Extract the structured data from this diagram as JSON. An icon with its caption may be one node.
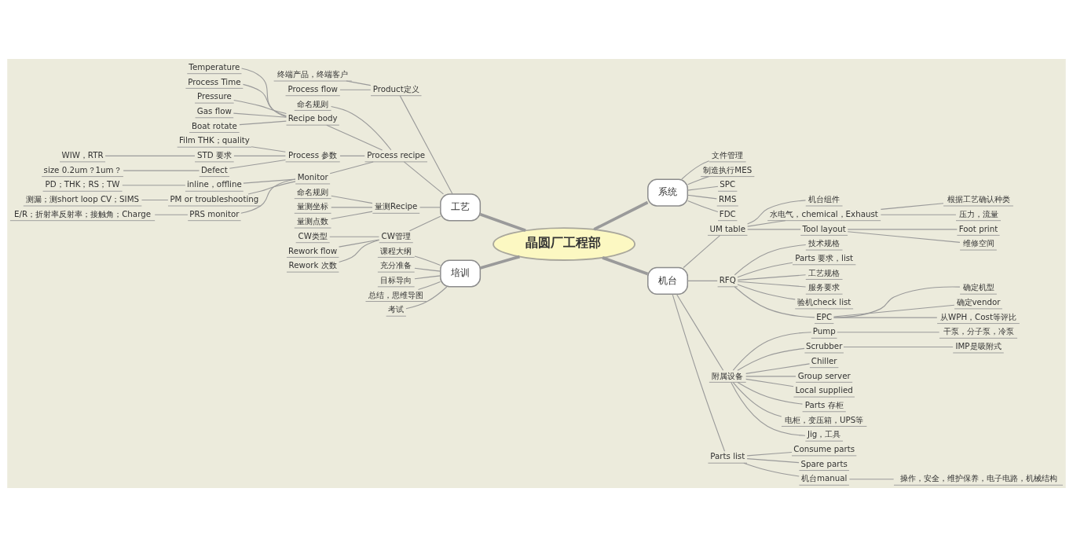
{
  "diagram": {
    "nodes": [
      {
        "text": [
          "晶圆厂工程部"
        ]
      },
      {
        "text": [
          "工艺"
        ]
      },
      {
        "text": [
          "Product定义"
        ]
      },
      {
        "text": [
          "终端产品，终端客户"
        ]
      },
      {
        "text": [
          "Process flow"
        ]
      },
      {
        "text": [
          "Process recipe"
        ]
      },
      {
        "text": [
          "命名规则"
        ]
      },
      {
        "text": [
          "Recipe body"
        ]
      },
      {
        "text": [
          "Temperature"
        ]
      },
      {
        "text": [
          "Process Time"
        ]
      },
      {
        "text": [
          "Pressure"
        ]
      },
      {
        "text": [
          "Gas flow"
        ]
      },
      {
        "text": [
          "Boat rotate"
        ]
      },
      {
        "text": [
          "Process 参数"
        ]
      },
      {
        "text": [
          "Film THK；quality"
        ]
      },
      {
        "text": [
          "STD 要求"
        ]
      },
      {
        "text": [
          "WIW，RTR"
        ]
      },
      {
        "text": [
          "Defect"
        ]
      },
      {
        "text": [
          "size 0.2um？1um？"
        ]
      },
      {
        "text": [
          "Monitor"
        ]
      },
      {
        "text": [
          "inline，offline"
        ]
      },
      {
        "text": [
          "PD；THK；RS；TW"
        ]
      },
      {
        "text": [
          "PM or troubleshooting"
        ]
      },
      {
        "text": [
          "测漏；测short loop CV；SIMS"
        ]
      },
      {
        "text": [
          "PRS monitor"
        ]
      },
      {
        "text": [
          "E/R；折射率反射率；接触角；Charge"
        ]
      },
      {
        "text": [
          "量测Recipe"
        ]
      },
      {
        "text": [
          "命名规则"
        ]
      },
      {
        "text": [
          "量测坐标"
        ]
      },
      {
        "text": [
          "量测点数"
        ]
      },
      {
        "text": [
          "CW管理"
        ]
      },
      {
        "text": [
          "CW类型"
        ]
      },
      {
        "text": [
          "Rework flow"
        ]
      },
      {
        "text": [
          "Rework 次数"
        ]
      },
      {
        "text": [
          "培训"
        ]
      },
      {
        "text": [
          "课程大纲"
        ]
      },
      {
        "text": [
          "充分准备"
        ]
      },
      {
        "text": [
          "目标导向"
        ]
      },
      {
        "text": [
          "总结，思维导图"
        ]
      },
      {
        "text": [
          "考试"
        ]
      },
      {
        "text": [
          "系统"
        ]
      },
      {
        "text": [
          "文件管理"
        ]
      },
      {
        "text": [
          "制造执行MES"
        ]
      },
      {
        "text": [
          "SPC"
        ]
      },
      {
        "text": [
          "RMS"
        ]
      },
      {
        "text": [
          "FDC"
        ]
      },
      {
        "text": [
          "机台"
        ]
      },
      {
        "text": [
          "UM table"
        ]
      },
      {
        "text": [
          "机台组件"
        ]
      },
      {
        "text": [
          "水电气，chemical，Exhaust"
        ]
      },
      {
        "text": [
          "根据工艺确认种类"
        ]
      },
      {
        "text": [
          "压力，流量"
        ]
      },
      {
        "text": [
          "Tool layout"
        ]
      },
      {
        "text": [
          "Foot print"
        ]
      },
      {
        "text": [
          "维修空间"
        ]
      },
      {
        "text": [
          "RFQ"
        ]
      },
      {
        "text": [
          "技术规格"
        ]
      },
      {
        "text": [
          "Parts 要求，list"
        ]
      },
      {
        "text": [
          "工艺规格"
        ]
      },
      {
        "text": [
          "服务要求"
        ]
      },
      {
        "text": [
          "验机check list"
        ]
      },
      {
        "text": [
          "EPC"
        ]
      },
      {
        "text": [
          "确定机型"
        ]
      },
      {
        "text": [
          "确定vendor"
        ]
      },
      {
        "text": [
          "从WPH，Cost等评比"
        ]
      },
      {
        "text": [
          "附属设备"
        ]
      },
      {
        "text": [
          "Pump"
        ]
      },
      {
        "text": [
          "干泵，分子泵，冷泵"
        ]
      },
      {
        "text": [
          "Scrubber"
        ]
      },
      {
        "text": [
          "IMP是吸附式"
        ]
      },
      {
        "text": [
          "Chiller"
        ]
      },
      {
        "text": [
          "Group server"
        ]
      },
      {
        "text": [
          "Local supplied"
        ]
      },
      {
        "text": [
          "Parts 存柜"
        ]
      },
      {
        "text": [
          "电柜，变压箱，UPS等"
        ]
      },
      {
        "text": [
          "Jig，工具"
        ]
      },
      {
        "text": [
          "Parts list"
        ]
      },
      {
        "text": [
          "Consume parts"
        ]
      },
      {
        "text": [
          "Spare parts"
        ]
      },
      {
        "text": [
          "机台manual"
        ]
      },
      {
        "text": [
          "操作，安全，维护保养，电子电路，机械结构"
        ]
      }
    ],
    "edges": [
      {
        "from": 1,
        "to": 0,
        "arrow": "none",
        "style": "thick"
      },
      {
        "from": 2,
        "to": 1,
        "arrow": "none"
      },
      {
        "from": 3,
        "to": 2,
        "arrow": "none"
      },
      {
        "from": 4,
        "to": 2,
        "arrow": "none"
      },
      {
        "from": 5,
        "to": 1,
        "arrow": "none"
      },
      {
        "from": 6,
        "to": 5,
        "arrow": "none"
      },
      {
        "from": 7,
        "to": 5,
        "arrow": "none"
      },
      {
        "from": 8,
        "to": 7,
        "arrow": "none"
      },
      {
        "from": 9,
        "to": 7,
        "arrow": "none"
      },
      {
        "from": 10,
        "to": 7,
        "arrow": "none"
      },
      {
        "from": 11,
        "to": 7,
        "arrow": "none"
      },
      {
        "from": 12,
        "to": 7,
        "arrow": "none"
      },
      {
        "from": 13,
        "to": 5,
        "arrow": "none"
      },
      {
        "from": 14,
        "to": 13,
        "arrow": "none"
      },
      {
        "from": 15,
        "to": 13,
        "arrow": "none"
      },
      {
        "from": 16,
        "to": 15,
        "arrow": "none"
      },
      {
        "from": 17,
        "to": 13,
        "arrow": "none"
      },
      {
        "from": 18,
        "to": 17,
        "arrow": "none"
      },
      {
        "from": 19,
        "to": 5,
        "arrow": "none"
      },
      {
        "from": 20,
        "to": 19,
        "arrow": "none"
      },
      {
        "from": 21,
        "to": 20,
        "arrow": "none"
      },
      {
        "from": 22,
        "to": 19,
        "arrow": "none"
      },
      {
        "from": 23,
        "to": 22,
        "arrow": "none"
      },
      {
        "from": 24,
        "to": 19,
        "arrow": "none"
      },
      {
        "from": 25,
        "to": 24,
        "arrow": "none"
      },
      {
        "from": 26,
        "to": 1,
        "arrow": "none"
      },
      {
        "from": 27,
        "to": 26,
        "arrow": "none"
      },
      {
        "from": 28,
        "to": 26,
        "arrow": "none"
      },
      {
        "from": 29,
        "to": 26,
        "arrow": "none"
      },
      {
        "from": 30,
        "to": 1,
        "arrow": "none"
      },
      {
        "from": 31,
        "to": 30,
        "arrow": "none"
      },
      {
        "from": 32,
        "to": 30,
        "arrow": "none"
      },
      {
        "from": 33,
        "to": 30,
        "arrow": "none"
      },
      {
        "from": 34,
        "to": 0,
        "arrow": "none",
        "style": "thick"
      },
      {
        "from": 35,
        "to": 34,
        "arrow": "none"
      },
      {
        "from": 36,
        "to": 34,
        "arrow": "none"
      },
      {
        "from": 37,
        "to": 34,
        "arrow": "none"
      },
      {
        "from": 38,
        "to": 34,
        "arrow": "none"
      },
      {
        "from": 39,
        "to": 34,
        "arrow": "none"
      },
      {
        "from": 0,
        "to": 40,
        "arrow": "none",
        "style": "thick"
      },
      {
        "from": 40,
        "to": 41,
        "arrow": "none"
      },
      {
        "from": 40,
        "to": 42,
        "arrow": "none"
      },
      {
        "from": 40,
        "to": 43,
        "arrow": "none"
      },
      {
        "from": 40,
        "to": 44,
        "arrow": "none"
      },
      {
        "from": 40,
        "to": 45,
        "arrow": "none"
      },
      {
        "from": 0,
        "to": 46,
        "arrow": "none",
        "style": "thick"
      },
      {
        "from": 46,
        "to": 47,
        "arrow": "none"
      },
      {
        "from": 47,
        "to": 48,
        "arrow": "none"
      },
      {
        "from": 47,
        "to": 49,
        "arrow": "none"
      },
      {
        "from": 49,
        "to": 50,
        "arrow": "none"
      },
      {
        "from": 49,
        "to": 51,
        "arrow": "none"
      },
      {
        "from": 47,
        "to": 52,
        "arrow": "none"
      },
      {
        "from": 52,
        "to": 53,
        "arrow": "none"
      },
      {
        "from": 52,
        "to": 54,
        "arrow": "none"
      },
      {
        "from": 46,
        "to": 55,
        "arrow": "none"
      },
      {
        "from": 55,
        "to": 56,
        "arrow": "none"
      },
      {
        "from": 55,
        "to": 57,
        "arrow": "none"
      },
      {
        "from": 55,
        "to": 58,
        "arrow": "none"
      },
      {
        "from": 55,
        "to": 59,
        "arrow": "none"
      },
      {
        "from": 55,
        "to": 60,
        "arrow": "none"
      },
      {
        "from": 55,
        "to": 61,
        "arrow": "none"
      },
      {
        "from": 61,
        "to": 62,
        "arrow": "none"
      },
      {
        "from": 61,
        "to": 63,
        "arrow": "none"
      },
      {
        "from": 61,
        "to": 64,
        "arrow": "none"
      },
      {
        "from": 46,
        "to": 65,
        "arrow": "none"
      },
      {
        "from": 65,
        "to": 66,
        "arrow": "none"
      },
      {
        "from": 66,
        "to": 67,
        "arrow": "none"
      },
      {
        "from": 65,
        "to": 68,
        "arrow": "none"
      },
      {
        "from": 68,
        "to": 69,
        "arrow": "none"
      },
      {
        "from": 65,
        "to": 70,
        "arrow": "none"
      },
      {
        "from": 65,
        "to": 71,
        "arrow": "none"
      },
      {
        "from": 65,
        "to": 72,
        "arrow": "none"
      },
      {
        "from": 65,
        "to": 73,
        "arrow": "none"
      },
      {
        "from": 65,
        "to": 74,
        "arrow": "none"
      },
      {
        "from": 65,
        "to": 75,
        "arrow": "none"
      },
      {
        "from": 46,
        "to": 76,
        "arrow": "none"
      },
      {
        "from": 76,
        "to": 77,
        "arrow": "none"
      },
      {
        "from": 76,
        "to": 78,
        "arrow": "none"
      },
      {
        "from": 76,
        "to": 79,
        "arrow": "none"
      },
      {
        "from": 79,
        "to": 80,
        "arrow": "none"
      }
    ]
  }
}
